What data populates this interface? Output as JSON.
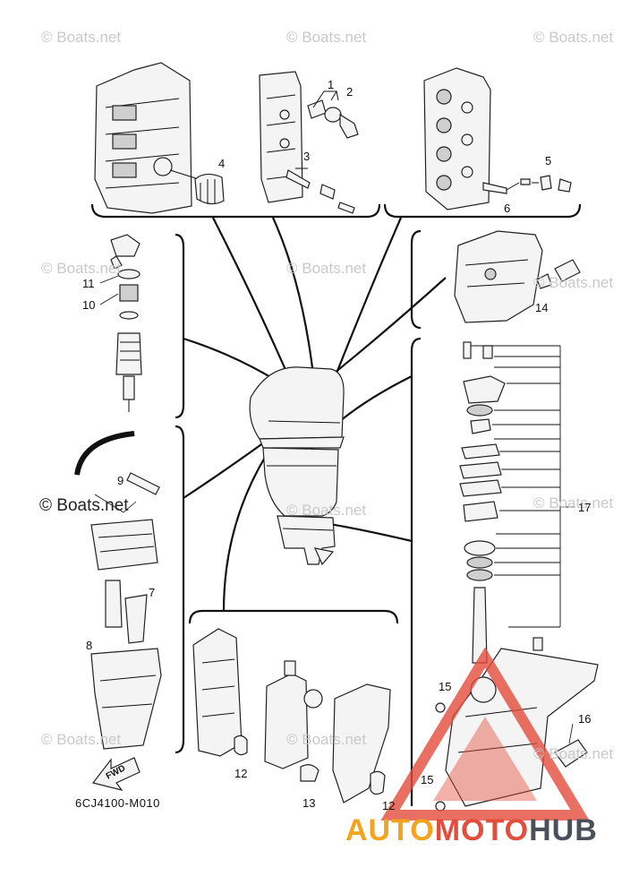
{
  "watermarks": {
    "text": "© Boats.net"
  },
  "callouts": [
    "1",
    "2",
    "3",
    "4",
    "5",
    "6",
    "7",
    "8",
    "9",
    "10",
    "11",
    "12",
    "12",
    "13",
    "14",
    "15",
    "15",
    "16",
    "17"
  ],
  "diagram_code": "6CJ4100-M010",
  "fwd_label": "FWD",
  "brand": {
    "part1": "AUTO",
    "part2": "MOTO",
    "part3": "HUB",
    "colors": {
      "auto": "#f4a31c",
      "moto": "#e44c3c",
      "hub": "#4a4f5a",
      "triangle": "#e44c3c"
    }
  }
}
